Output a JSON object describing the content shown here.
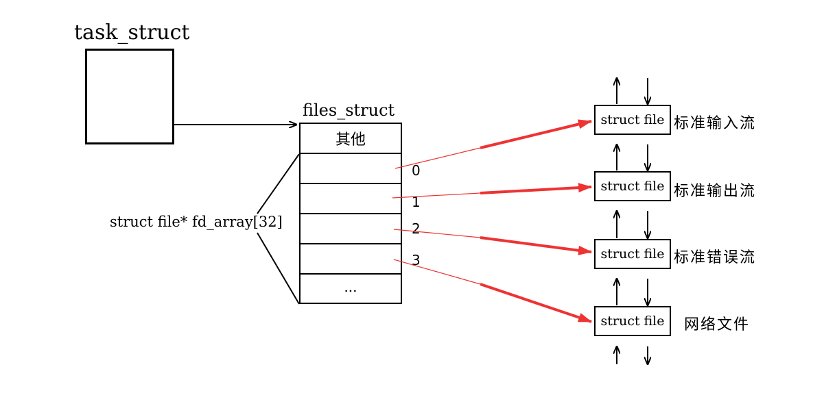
{
  "task_struct": {
    "title": "task_struct"
  },
  "files_struct": {
    "title": "files_struct",
    "other_cell": "其他",
    "ellipsis_cell": "...",
    "fd_array_label": "struct file* fd_array[32]",
    "indices": [
      "0",
      "1",
      "2",
      "3"
    ]
  },
  "files": [
    {
      "label": "struct file",
      "desc": "标准输入流"
    },
    {
      "label": "struct file",
      "desc": "标准输出流"
    },
    {
      "label": "struct file",
      "desc": "标准错误流"
    },
    {
      "label": "struct file",
      "desc": "网络文件"
    }
  ],
  "colors": {
    "pointer_arrow": "#ee3333",
    "line": "#000000"
  }
}
